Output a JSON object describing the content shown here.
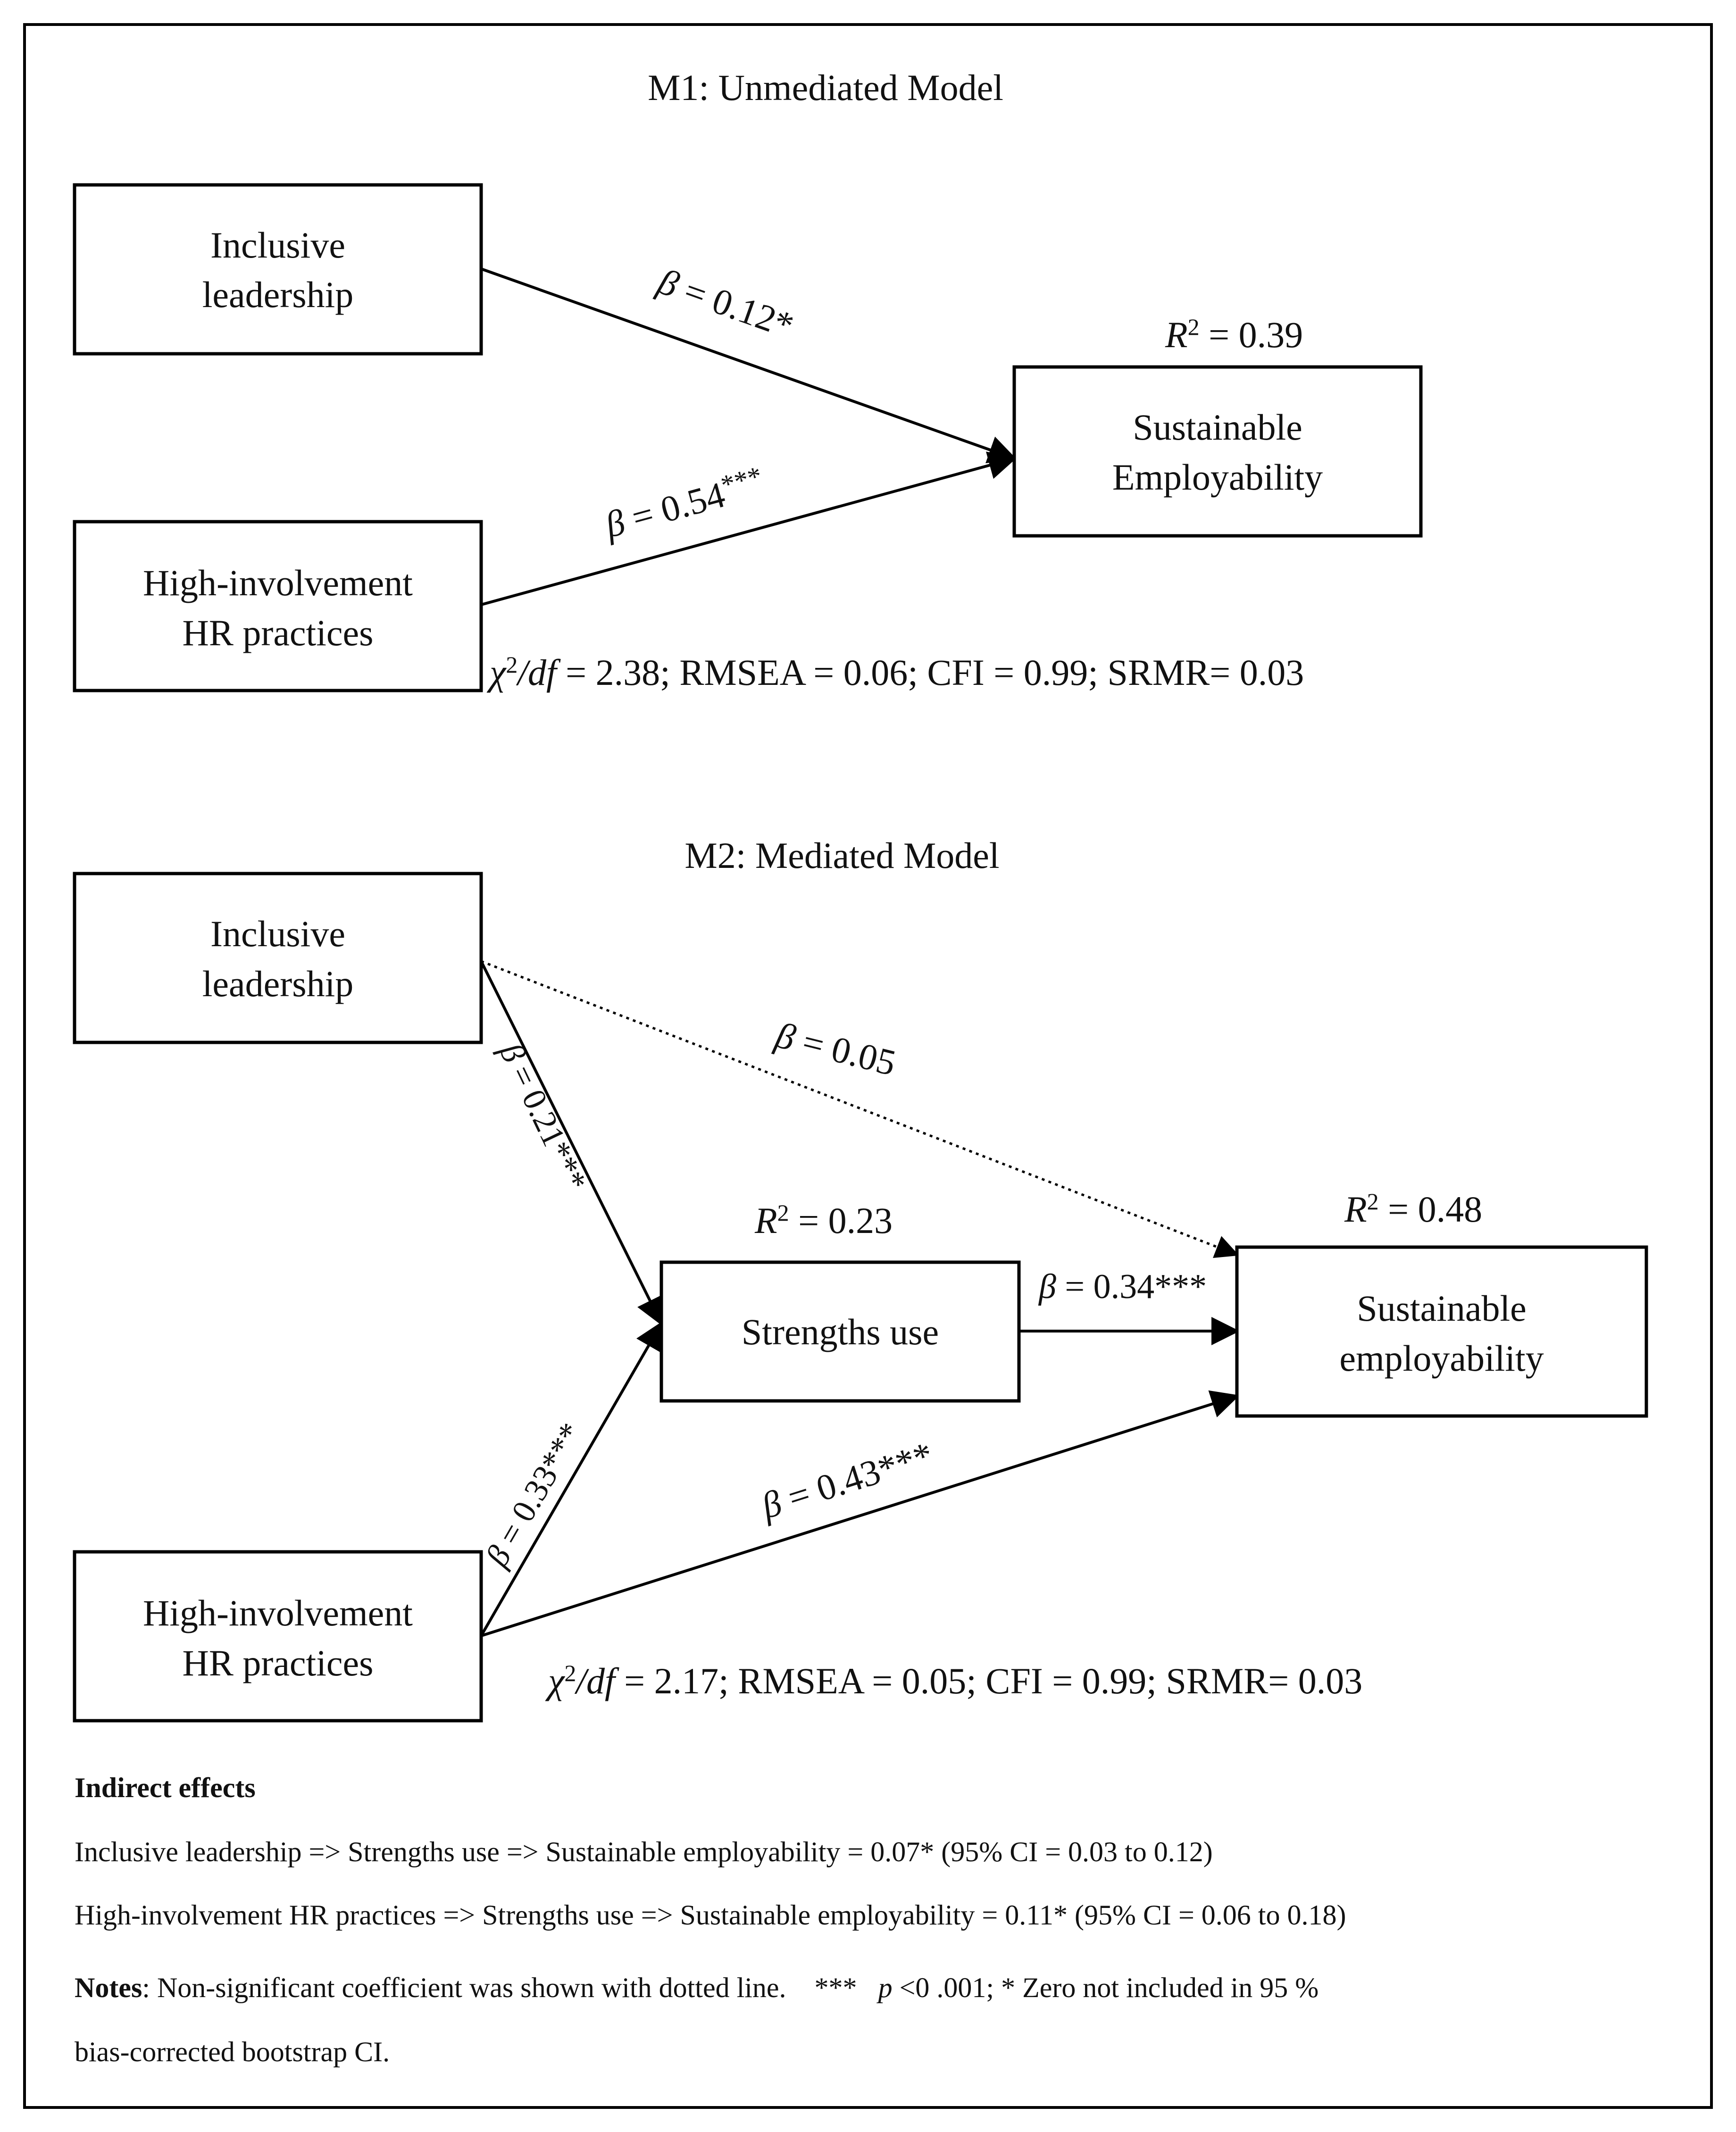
{
  "m1": {
    "title": "M1: Unmediated Model",
    "il_l1": "Inclusive",
    "il_l2": "leadership",
    "hr_l1": "High-involvement",
    "hr_l2": "HR practices",
    "se_l1": "Sustainable",
    "se_l2": "Employability",
    "r2_label": "R",
    "r2_sup": "2",
    "r2_val": " = 0.39",
    "path_il_beta": "β",
    "path_il_val": " = 0.12*",
    "path_hr_beta": "β",
    "path_hr_val": " = 0.54",
    "path_hr_stars": "***",
    "fit_chi": "χ",
    "fit_sup": "2",
    "fit_df": "/df",
    "fit_rest": " = 2.38; RMSEA = 0.06; CFI = 0.99; SRMR= 0.03"
  },
  "m2": {
    "title": "M2: Mediated Model",
    "il_l1": "Inclusive",
    "il_l2": "leadership",
    "hr_l1": "High-involvement",
    "hr_l2": "HR practices",
    "su_label": "Strengths use",
    "se_l1": "Sustainable",
    "se_l2": "employability",
    "su_r2_label": "R",
    "su_r2_sup": "2",
    "su_r2_val": " = 0.23",
    "se_r2_label": "R",
    "se_r2_sup": "2",
    "se_r2_val": " = 0.48",
    "path_il_se_beta": "β",
    "path_il_se_val": " = 0.05",
    "path_il_su_beta": "β",
    "path_il_su_val": " = 0.21***",
    "path_hr_su_beta": "β",
    "path_hr_su_val": " = 0.33***",
    "path_su_se_beta": "β",
    "path_su_se_val": " = 0.34***",
    "path_hr_se_beta": "β",
    "path_hr_se_val": " = 0.43***",
    "fit_chi": "χ",
    "fit_sup": "2",
    "fit_df": "/df",
    "fit_rest": " = 2.17; RMSEA = 0.05; CFI = 0.99; SRMR= 0.03"
  },
  "notes": {
    "indirect_heading": "Indirect effects",
    "indirect_1": "Inclusive leadership => Strengths use => Sustainable employability = 0.07* (95% CI = 0.03 to 0.12)",
    "indirect_2": "High-involvement HR practices => Strengths use => Sustainable employability = 0.11* (95% CI = 0.06 to 0.18)",
    "notes_label": "Notes",
    "notes_text": ": Non-significant coefficient was shown with dotted line.    ***   ",
    "notes_p": "p",
    "notes_text2": " <0 .001; * Zero not included in 95 %",
    "notes_line2": "bias-corrected bootstrap CI."
  }
}
